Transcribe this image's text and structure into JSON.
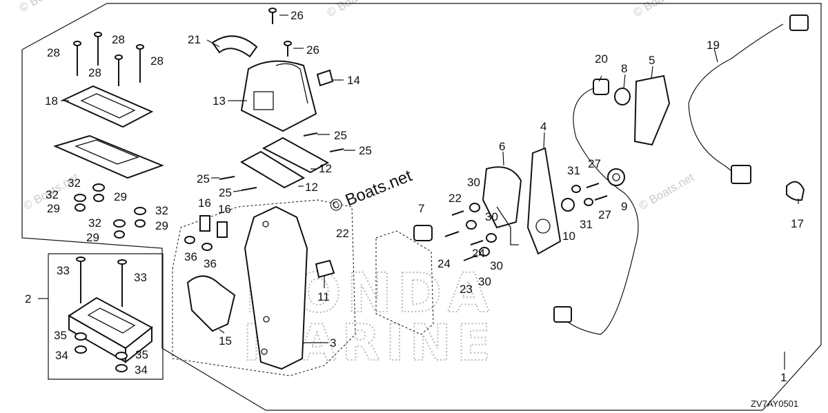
{
  "watermarks": [
    "© Boats.net",
    "© Boats.net",
    "© Boats.net",
    "© Boats.net",
    "© Boats.net"
  ],
  "brand_watermark": "© Boats.net",
  "background_lettering": [
    "HONDA",
    "MARINE"
  ],
  "diagram_code": "ZV7AY0501",
  "callouts": {
    "c1": "1",
    "c2": "2",
    "c3": "3",
    "c4": "4",
    "c5": "5",
    "c6": "6",
    "c7": "7",
    "c8": "8",
    "c9": "9",
    "c10": "10",
    "c11": "11",
    "c12a": "12",
    "c12b": "12",
    "c13": "13",
    "c14": "14",
    "c15": "15",
    "c16a": "16",
    "c16b": "16",
    "c17": "17",
    "c18": "18",
    "c19": "19",
    "c20": "20",
    "c21": "21",
    "c22a": "22",
    "c22b": "22",
    "c23": "23",
    "c24a": "24",
    "c24b": "24",
    "c25a": "25",
    "c25b": "25",
    "c25c": "25",
    "c25d": "25",
    "c26a": "26",
    "c26b": "26",
    "c27a": "27",
    "c27b": "27",
    "c28a": "28",
    "c28b": "28",
    "c28c": "28",
    "c28d": "28",
    "c29a": "29",
    "c29b": "29",
    "c29c": "29",
    "c29d": "29",
    "c30a": "30",
    "c30b": "30",
    "c30c": "30",
    "c30d": "30",
    "c31a": "31",
    "c31b": "31",
    "c32a": "32",
    "c32b": "32",
    "c32c": "32",
    "c32d": "32",
    "c33a": "33",
    "c33b": "33",
    "c34a": "34",
    "c34b": "34",
    "c35a": "35",
    "c35b": "35",
    "c36a": "36",
    "c36b": "36"
  }
}
